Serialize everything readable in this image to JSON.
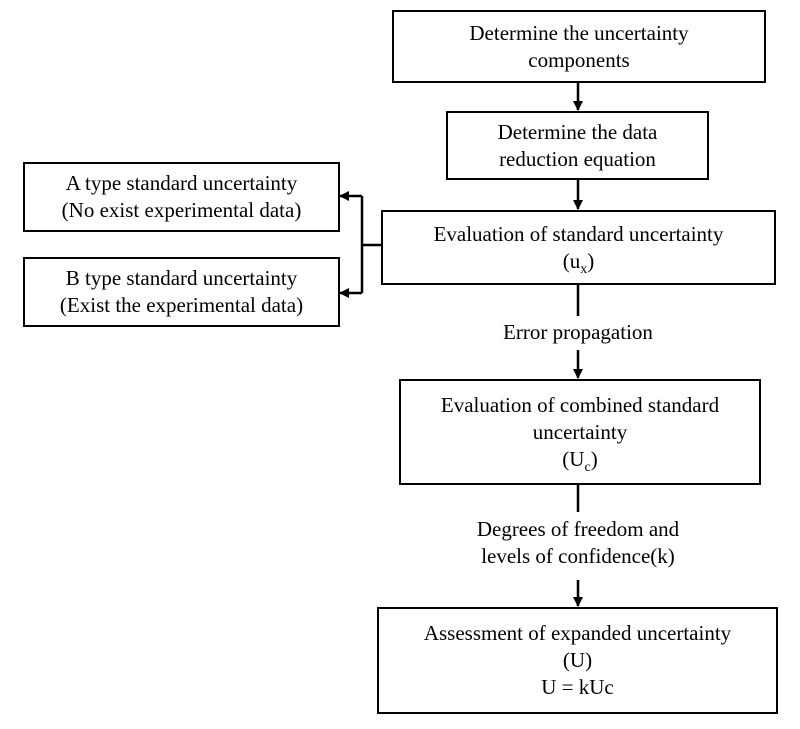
{
  "nodes": {
    "components": {
      "lines": [
        "Determine  the uncertainty",
        "components"
      ]
    },
    "reduction": {
      "lines": [
        "Determine  the data",
        "reduction equation"
      ]
    },
    "standard": {
      "line1": "Evaluation of standard uncertainty",
      "sym_open": "(u",
      "sym_sub": "x",
      "sym_close": ")"
    },
    "type_a": {
      "lines": [
        "A type  standard uncertainty",
        "(No exist experimental  data)"
      ]
    },
    "type_b": {
      "lines": [
        "B type  standard uncertainty",
        "(Exist the  experimental  data)"
      ]
    },
    "combined": {
      "lines": [
        "Evaluation of combined  standard",
        "uncertainty"
      ],
      "sym_open": "(U",
      "sym_sub": "c",
      "sym_close": ")"
    },
    "expanded": {
      "lines": [
        "Assessment  of expanded  uncertainty",
        "(U)",
        "U = kUc"
      ]
    }
  },
  "edges": {
    "error_propagation": "Error propagation",
    "degrees": [
      "Degrees of freedom and",
      "levels of confidence(k)"
    ]
  }
}
